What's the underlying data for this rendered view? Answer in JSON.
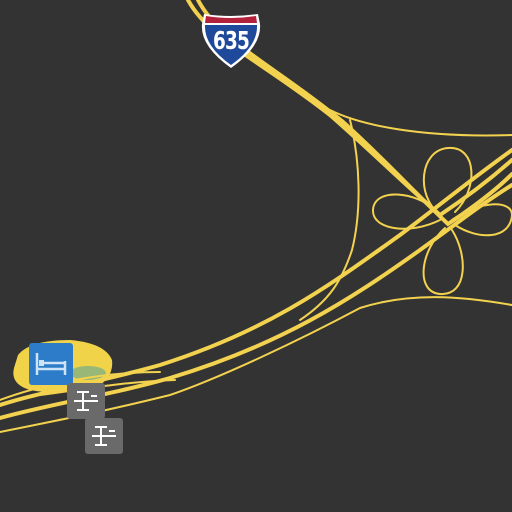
{
  "map": {
    "background": "#333333",
    "road_color": "#f2d24e",
    "shield": {
      "route": "635",
      "top_color": "#b3223a",
      "body_color": "#1f4a9c",
      "icon": "interstate-shield-icon"
    },
    "pois": [
      {
        "type": "hotel",
        "icon": "bed-icon",
        "color": "#2c7cc9"
      },
      {
        "type": "toll-booth",
        "icon": "toll-booth-icon",
        "color": "#6a6a6a"
      },
      {
        "type": "toll-booth",
        "icon": "toll-booth-icon",
        "color": "#6a6a6a"
      }
    ]
  }
}
